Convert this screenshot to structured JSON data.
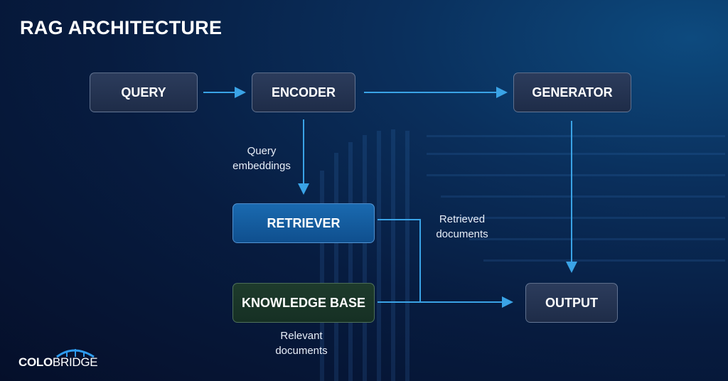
{
  "title": "RAG ARCHITECTURE",
  "nodes": {
    "query": "QUERY",
    "encoder": "ENCODER",
    "generator": "GENERATOR",
    "retriever": "RETRIEVER",
    "knowledge_base": "KNOWLEDGE BASE",
    "output": "OUTPUT"
  },
  "edge_labels": {
    "query_embeddings": [
      "Query",
      "embeddings"
    ],
    "retrieved_documents": [
      "Retrieved",
      "documents"
    ],
    "relevant_documents": [
      "Relevant",
      "documents"
    ]
  },
  "logo": {
    "part1": "COLO",
    "part2": "BRIDGE"
  },
  "colors": {
    "arrow": "#3aa3e6",
    "retriever": "#1a6ab0",
    "knowledge_base": "#1e3b2c",
    "node": "#2c3c5c"
  }
}
